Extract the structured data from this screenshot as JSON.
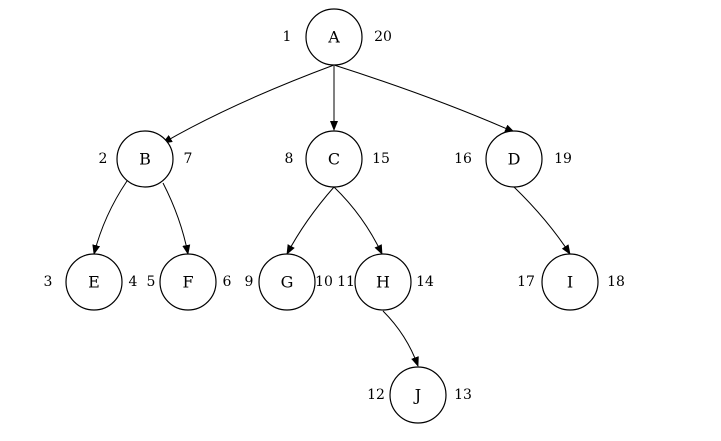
{
  "tree": {
    "nodes": [
      {
        "id": "A",
        "label": "A",
        "discovery": "1",
        "finish": "20"
      },
      {
        "id": "B",
        "label": "B",
        "discovery": "2",
        "finish": "7"
      },
      {
        "id": "C",
        "label": "C",
        "discovery": "8",
        "finish": "15"
      },
      {
        "id": "D",
        "label": "D",
        "discovery": "16",
        "finish": "19"
      },
      {
        "id": "E",
        "label": "E",
        "discovery": "3",
        "finish": "4"
      },
      {
        "id": "F",
        "label": "F",
        "discovery": "5",
        "finish": "6"
      },
      {
        "id": "G",
        "label": "G",
        "discovery": "9",
        "finish": "10"
      },
      {
        "id": "H",
        "label": "H",
        "discovery": "11",
        "finish": "14"
      },
      {
        "id": "I",
        "label": "I",
        "discovery": "17",
        "finish": "18"
      },
      {
        "id": "J",
        "label": "J",
        "discovery": "12",
        "finish": "13"
      }
    ],
    "edges": [
      {
        "from": "A",
        "to": "B"
      },
      {
        "from": "A",
        "to": "C"
      },
      {
        "from": "A",
        "to": "D"
      },
      {
        "from": "B",
        "to": "E"
      },
      {
        "from": "B",
        "to": "F"
      },
      {
        "from": "C",
        "to": "G"
      },
      {
        "from": "C",
        "to": "H"
      },
      {
        "from": "D",
        "to": "I"
      },
      {
        "from": "H",
        "to": "J"
      }
    ]
  }
}
